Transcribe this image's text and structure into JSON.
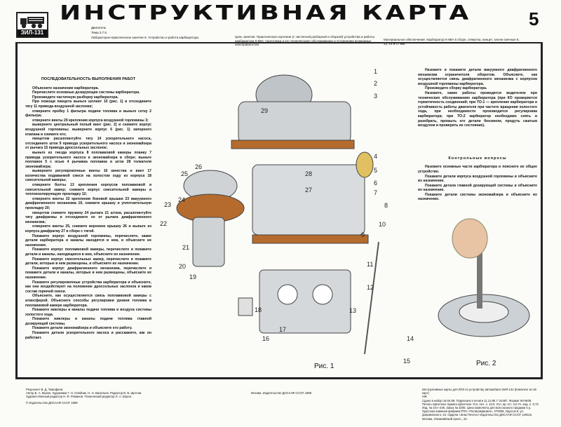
{
  "header": {
    "logo_text": "ЗИЛ-131",
    "title": "ИНСТРУКТИВНАЯ КАРТА",
    "card_number": "5",
    "subject": "Двигатель",
    "topic": "Тема 3.7.5.",
    "lesson": "Лабораторно-практическое занятие 8. Устройство и работа карбюратора.",
    "goal": "Цель занятия. Практическое изучение (с частичной разборкой и сборкой) устройства и работы карбюратора К-88А; подготовка и его техническому обслуживанию и устранению возможных неисправностей.",
    "materials": "Материальное обеспечение. Карбюратор К-88А в сборе, отвертка, пинцет; ключи гаечные 8, 12, 14 и 17 мм."
  },
  "left_column": {
    "heading": "ПОСЛЕДОВАТЕЛЬНОСТЬ ВЫПОЛНЕНИЯ РАБОТ",
    "paragraphs": [
      "Объясните назначение карбюратора.",
      "Перечислите основные дозирующие системы карбюратора.",
      "Произведите частичную разборку карбюратора.",
      "При помощи пинцета выньте шплинт 10 (рис. 1) и отсоедините тягу 11 привода воздушной заслонки;",
      "отверните пробку 1 фильтра подачи топлива и выньте сетку 2 фильтра;",
      "отверните винты 29 крепления корпуса воздушной горловины 3;",
      "выверните центральный полый винт (рис. 2) и снимите корпус воздушной горловины; выверните корпус 6 (рис. 1) запорного клапана и снимите его;",
      "пинцетом расшплинтуйте тягу 14 ускорительного насоса, отсоедините шток 9 привода ускорительного насоса и экономайзера от рычага 15 привода дроссельных заслонок;",
      "выньте из гнезда корпуса 8 поплавковой камеры планку 7 привода ускорительного насоса и экономайзера в сборе; выньте поплавок 5 с осью 4 рычажка поплавка и шток 28 толкателя экономайзера;",
      "выверните регулировочные винты 16 качества и винт 17 количества подаваемой смеси на холостом ходу из корпуса 18 смесительной камеры;",
      "отверните болты 13 крепления корпусов поплавковой и смесительной камер; снимите корпус смесительной камеры и теплоизолирующую прокладку 12;",
      "отверните винты 32 крепления боковой крышки 23 вакуумного диафрагменного механизма 19, снимите крышку и уплотнительную прокладку 20;",
      "пинцетом снимите пружину 24 рычага 21 штока, расшплинтуйте тягу диафрагмы и отсоедините ее от рычага диафрагменного механизма;",
      "отверните винты 25, снимите верхнюю крышку 26 и выньте из корпуса диафрагму 27 в сборе с тягой.",
      "Покажите корпус воздушной горловины, перечислите, какие детали карбюратора и каналы находятся в нем, и объясните их назначение.",
      "Покажите корпус поплавковой камеры, перечислите и покажите детали и каналы, находящиеся в нем, объясните их назначение.",
      "Покажите корпус смесительных камер, перечислите и покажите детали, которые в нем размещены, и объясните их назначение.",
      "Покажите корпус диафрагменного механизма, перечислите и покажите детали и каналы, которые в нем размещены, объясните их назначение.",
      "Покажите регулировочные устройства карбюратора и объясните, как они воздействуют на положение дроссельных заслонок и каков состав горючей смеси.",
      "Объясните, как осуществляется связь поплавковой камеры с атмосферой. Объясните способы регулировки уровня топлива в поплавковой камере карбюратора.",
      "Покажите жиклеры и каналы подачи топлива и воздуха системы холостого хода.",
      "Покажите жиклеры и каналы подачи топлива главной дозирующей системы.",
      "Покажите детали экономайзера и объясните его работу.",
      "Покажите детали ускорительного насоса и расскажите, как он работает."
    ]
  },
  "right_column": {
    "paragraphs": [
      "Назовите и покажите детали вакуумного диафрагменного механизма ограничителя оборотов. Объясните, как осуществляется связь диафрагменного механизма с корпусом воздушной горловины карбюратора.",
      "Произведите сборку карбюратора.",
      "Назовите, какие работы проводятся водителем при технических обслуживаниях карбюратора (при КО проверяется герметичность соединений; при ТО-1 — крепление карбюратора и устойчивость работы двигателя при частоте вращения холостого хода, при необходимости производится регулировка карбюратора; при ТО-2 карбюратор необходимо снять и разобрать, промыть его детали бензином, продуть сжатым воздухом и проверить их состояние)."
    ],
    "questions_heading": "Контрольные вопросы",
    "questions": [
      "Назовите основные части карбюратора и поясните их общее устройство.",
      "Покажите детали корпуса воздушной горловины и объясните их назначение.",
      "Покажите детали главной дозирующей системы и объясните их назначение.",
      "Покажите детали системы экономайзера и объясните их назначение."
    ]
  },
  "figures": {
    "fig1": "Рис. 1",
    "fig2": "Рис. 2",
    "callouts": [
      "1",
      "2",
      "3",
      "4",
      "5",
      "6",
      "7",
      "8",
      "9",
      "10",
      "11",
      "12",
      "13",
      "14",
      "15",
      "16",
      "17",
      "18",
      "19",
      "20",
      "21",
      "22",
      "23",
      "24",
      "25",
      "26",
      "27",
      "28",
      "29"
    ]
  },
  "footer": {
    "credits": [
      "Рецензент В. Д. Тимофеев.",
      "Автор Б. А. Мухин. Художники Г. Н. Олейник, Н. Н. Васильев. Редактор В. В. Щеглов.",
      "Художественный редактор Н. Ф. Романов. Технический редактор Л. А. Ворон."
    ],
    "copyright": "© Издательство ДОСААФ СССР, 1989",
    "publisher": "Москва. Издательство ДОСААФ СССР, 1989",
    "imprint_title": "Инструктивные карты для ЛПЗ по устройству автомобиля ЗИЛ-131 (Комплект из 28 карт)",
    "imprint_code": "НЖ",
    "imprint_text": "Сдано в набор 19.04.88. Подписано к печати 11.11.88. Г-22487. Формат 60×90/8. Печать офсетная. Бумага офсетная. Усл. печ. л. 10,0. Усл. кр.-отт. 3,0 Уч.-изд. л. 0,72. Изд. № 4/з-г-248. Заказ № 3205. Цена комплекта для всесоюзного продажи 4 р. Одесская книжная фабрика РПО «Полиграфкнига», 270008, Одесса-8, ул. Дзержинского, 24. Ордена «Знак Почета» Издательство ДОСААФ СССР, 129110, Москва, Олимпийский просп., 22."
  }
}
